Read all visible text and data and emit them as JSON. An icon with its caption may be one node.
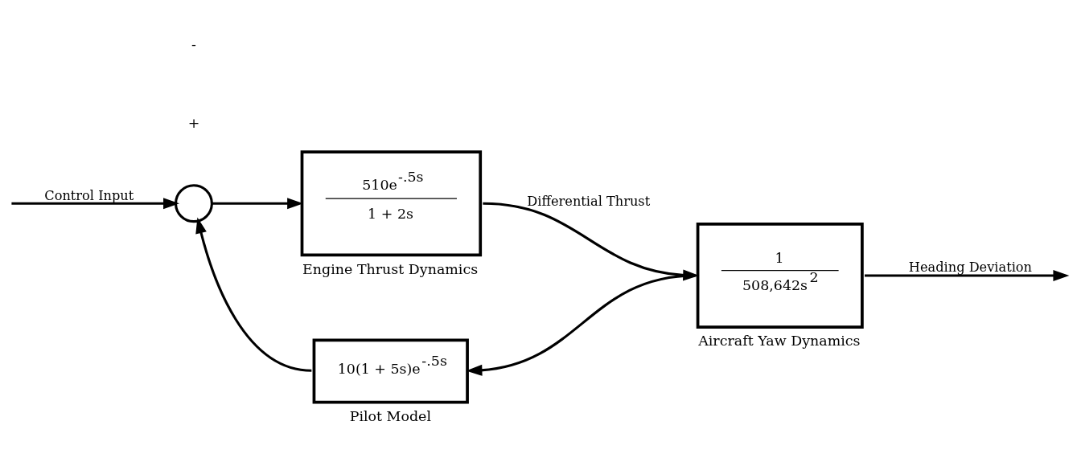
{
  "diagram": {
    "nodes": [
      {
        "text": [],
        "shape": "circle"
      },
      {
        "text": [
          "510e$^{-.5s}$",
          "1 + 2s"
        ],
        "beside": [
          "Engine Thrust Dynamics"
        ]
      },
      {
        "text": [
          "1",
          "508,642s$^{2}$"
        ],
        "beside": [
          "Aircraft Yaw Dynamics"
        ]
      },
      {
        "text": [
          "10(1 + 5s)e$^{-.5s}$"
        ],
        "beside": [
          "Pilot Model"
        ]
      }
    ],
    "edges": [
      {
        "from": null,
        "to": 0,
        "arrow": "to",
        "label": "Control Input"
      },
      {
        "from": 0,
        "to": 1,
        "arrow": "to"
      },
      {
        "from": 1,
        "to": 2,
        "arrow": "to",
        "label": "Differential Thrust"
      },
      {
        "from": 2,
        "to": null,
        "arrow": "to",
        "label": "Heading Deviation"
      },
      {
        "from": 2,
        "to": 3,
        "arrow": "to"
      },
      {
        "from": 3,
        "to": 0,
        "arrow": "to"
      }
    ],
    "labels": [
      "+",
      "-"
    ]
  }
}
